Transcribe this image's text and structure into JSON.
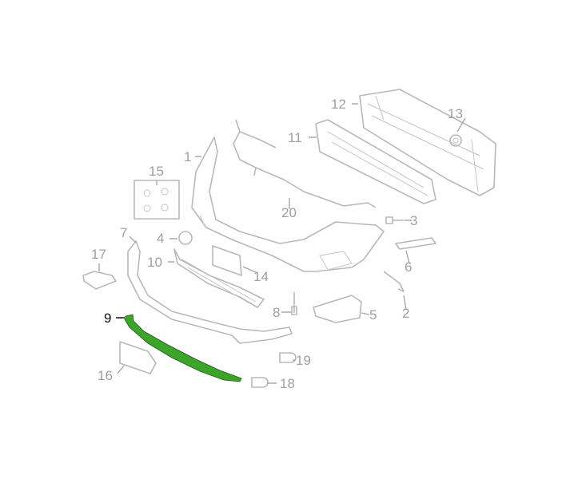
{
  "diagram": {
    "highlight_color": "#3ea32b",
    "callouts": [
      {
        "id": "1",
        "label": "1"
      },
      {
        "id": "2",
        "label": "2"
      },
      {
        "id": "3",
        "label": "3"
      },
      {
        "id": "4",
        "label": "4"
      },
      {
        "id": "5",
        "label": "5"
      },
      {
        "id": "6",
        "label": "6"
      },
      {
        "id": "7",
        "label": "7"
      },
      {
        "id": "8",
        "label": "8"
      },
      {
        "id": "9",
        "label": "9"
      },
      {
        "id": "10",
        "label": "10"
      },
      {
        "id": "11",
        "label": "11"
      },
      {
        "id": "12",
        "label": "12"
      },
      {
        "id": "13",
        "label": "13"
      },
      {
        "id": "14",
        "label": "14"
      },
      {
        "id": "15",
        "label": "15"
      },
      {
        "id": "16",
        "label": "16"
      },
      {
        "id": "17",
        "label": "17"
      },
      {
        "id": "18",
        "label": "18"
      },
      {
        "id": "19",
        "label": "19"
      },
      {
        "id": "20",
        "label": "20"
      }
    ],
    "highlighted_part": "9"
  }
}
